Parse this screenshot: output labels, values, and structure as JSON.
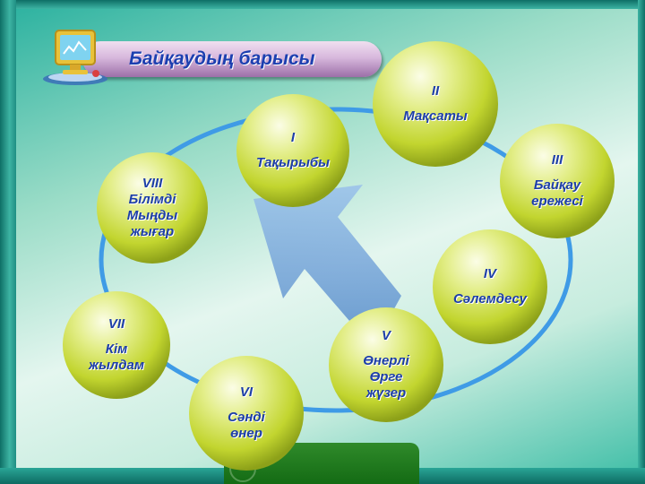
{
  "slide": {
    "title": "Байқаудың  барысы"
  },
  "stages": [
    {
      "roman": "I",
      "lines": [
        "Тақырыбы"
      ]
    },
    {
      "roman": "II",
      "lines": [
        "Мақсаты"
      ]
    },
    {
      "roman": "III",
      "lines": [
        "Байқау",
        "ережесі"
      ]
    },
    {
      "roman": "IV",
      "lines": [
        "Сәлемдесу"
      ]
    },
    {
      "roman": "V",
      "lines": [
        "Өнерлі",
        "Өрге",
        "жүзер"
      ]
    },
    {
      "roman": "VI",
      "lines": [
        "Сәнді",
        "өнер"
      ]
    },
    {
      "roman": "VII",
      "lines": [
        "Кім",
        "жылдам"
      ]
    },
    {
      "roman": "VIII",
      "lines": [
        "Білімді",
        "Мыңды",
        "жығар"
      ]
    }
  ],
  "colors": {
    "ring": "#3f9be6",
    "arrow": "#6fa3d8",
    "ball_light": "#f4fbc8",
    "ball_mid": "#c9dc3a",
    "ball_dark": "#8ea21a",
    "label": "#1d3ea8"
  },
  "icons": {
    "title_icon": "computer-monitor-icon"
  }
}
